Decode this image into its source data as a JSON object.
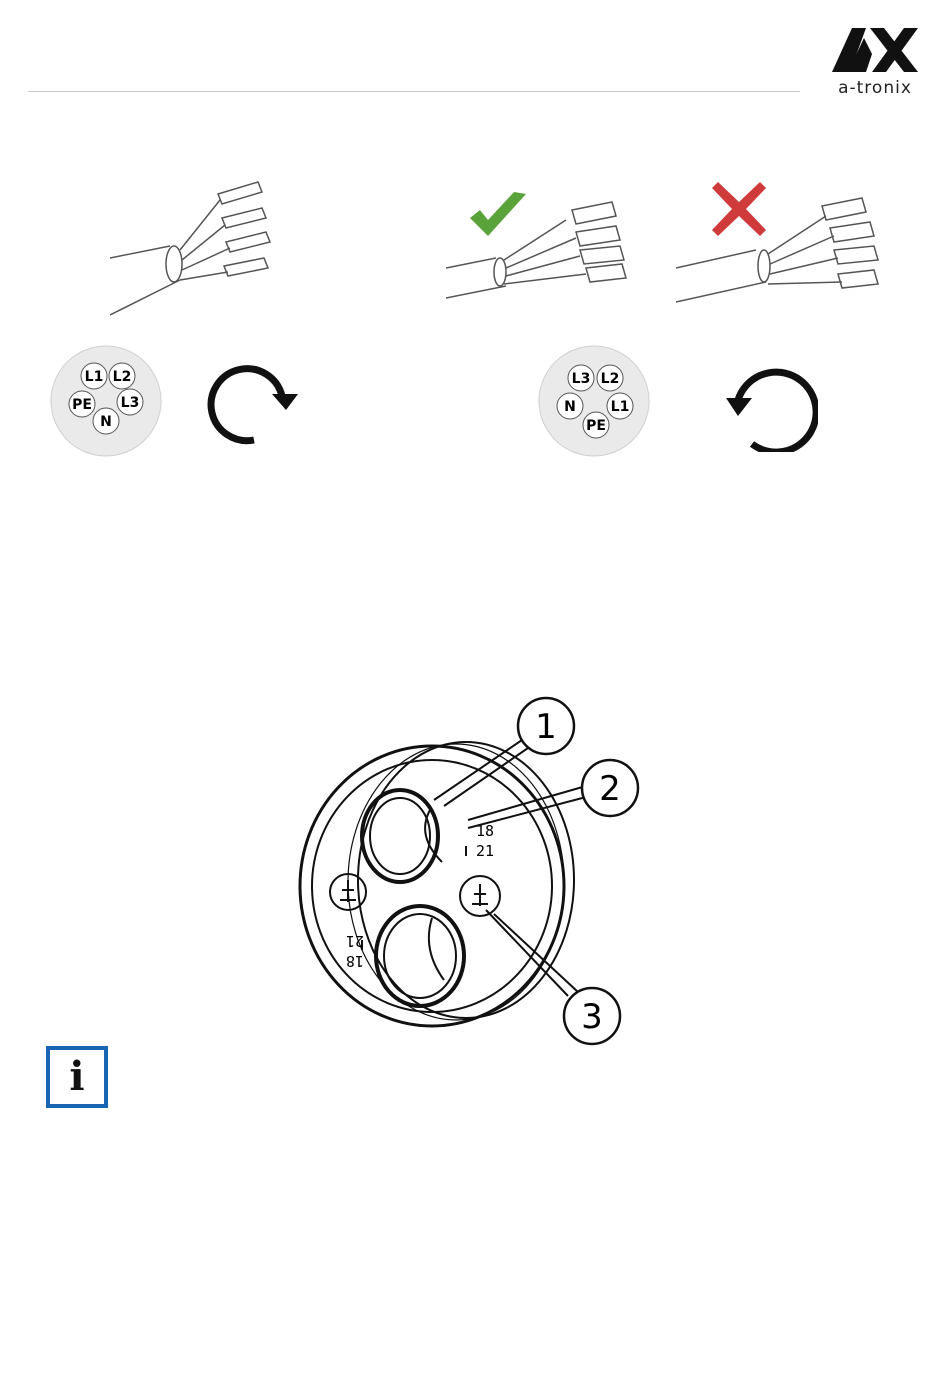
{
  "brand": {
    "name": "a-tronix",
    "mark": "AX"
  },
  "pinouts": [
    {
      "pins": [
        "L1",
        "L2",
        "PE",
        "L3",
        "N"
      ]
    },
    {
      "pins": [
        "L3",
        "L2",
        "N",
        "L1",
        "PE"
      ]
    }
  ],
  "callouts": [
    "1",
    "2",
    "3"
  ],
  "gland_markings": {
    "top": [
      "18",
      "21"
    ],
    "bottom": [
      "18",
      "21"
    ]
  },
  "info_icon": "info-icon",
  "colors": {
    "info_blue": "#1a64b4",
    "check_green": "#5aa33a",
    "cross_red": "#cf3b3b"
  }
}
